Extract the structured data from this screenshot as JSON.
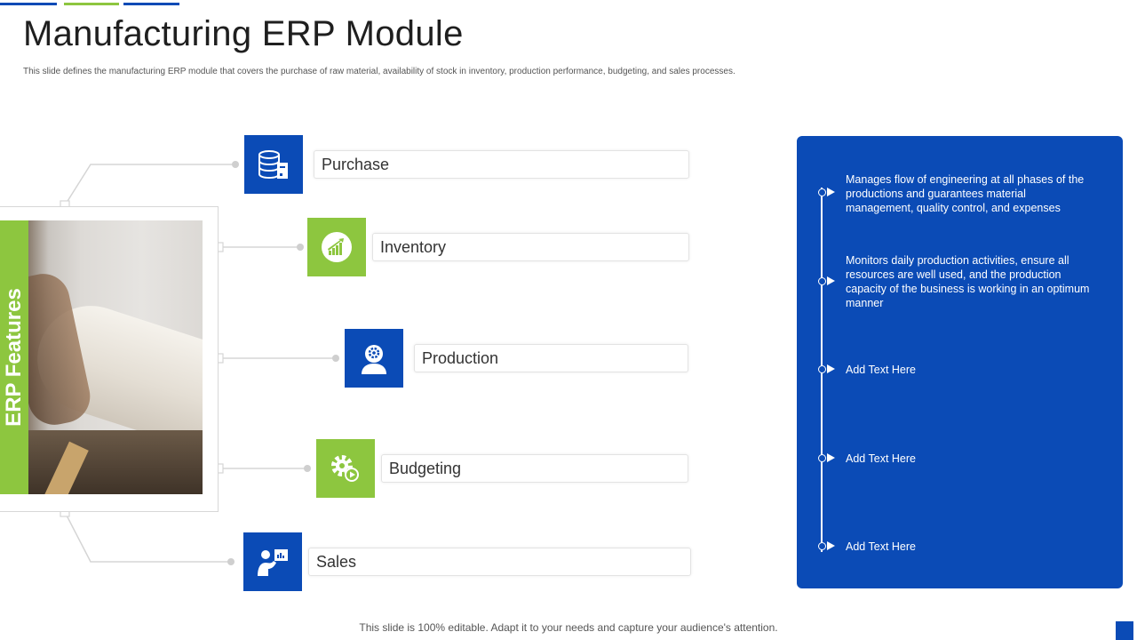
{
  "page": {
    "title": "Manufacturing ERP Module",
    "subtitle": "This slide defines the manufacturing ERP  module that covers the purchase of raw material, availability of stock in inventory, production performance, budgeting, and sales processes.",
    "side_label": "ERP Features",
    "footer": "This slide is 100% editable. Adapt it to your needs and capture your audience's attention."
  },
  "features": [
    {
      "label": "Purchase",
      "icon": "database-icon",
      "color": "#0b4bb6"
    },
    {
      "label": "Inventory",
      "icon": "growth-chart-icon",
      "color": "#8dc63f"
    },
    {
      "label": "Production",
      "icon": "head-gear-icon",
      "color": "#0b4bb6"
    },
    {
      "label": "Budgeting",
      "icon": "gear-play-icon",
      "color": "#8dc63f"
    },
    {
      "label": "Sales",
      "icon": "presenter-icon",
      "color": "#0b4bb6"
    }
  ],
  "panel": {
    "items": [
      {
        "text": "Manages flow of engineering  at all phases of the productions and guarantees  material management,  quality control, and expenses"
      },
      {
        "text": "Monitors daily production activities, ensure  all resources are well used, and the production capacity of the business is working  in an optimum manner"
      },
      {
        "text": "Add Text Here"
      },
      {
        "text": "Add Text Here"
      },
      {
        "text": "Add Text Here"
      }
    ]
  },
  "colors": {
    "blue": "#0b4bb6",
    "green": "#8dc63f"
  }
}
